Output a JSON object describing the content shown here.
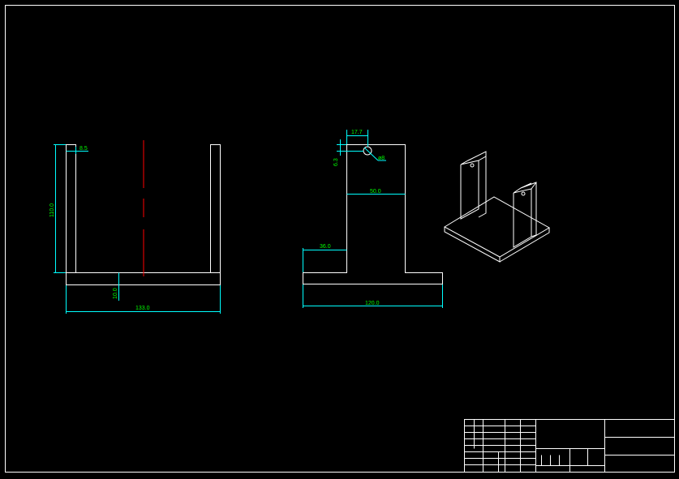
{
  "colors": {
    "background": "#000000",
    "geometry": "#ffffff",
    "dimension_line": "#00ffff",
    "dimension_text": "#00ff00",
    "centerline": "#ff0000"
  },
  "front_view": {
    "dims": {
      "plate_thickness_top": "8.5",
      "height": "110.0",
      "base_thickness": "10.0",
      "width": "133.0"
    }
  },
  "side_view": {
    "dims": {
      "hole_offset_x": "17.7",
      "hole_offset_y": "6.3",
      "hole_dia": "ø8",
      "upright_width": "50.0",
      "flange_width": "36.0",
      "base_length": "120.0"
    }
  }
}
